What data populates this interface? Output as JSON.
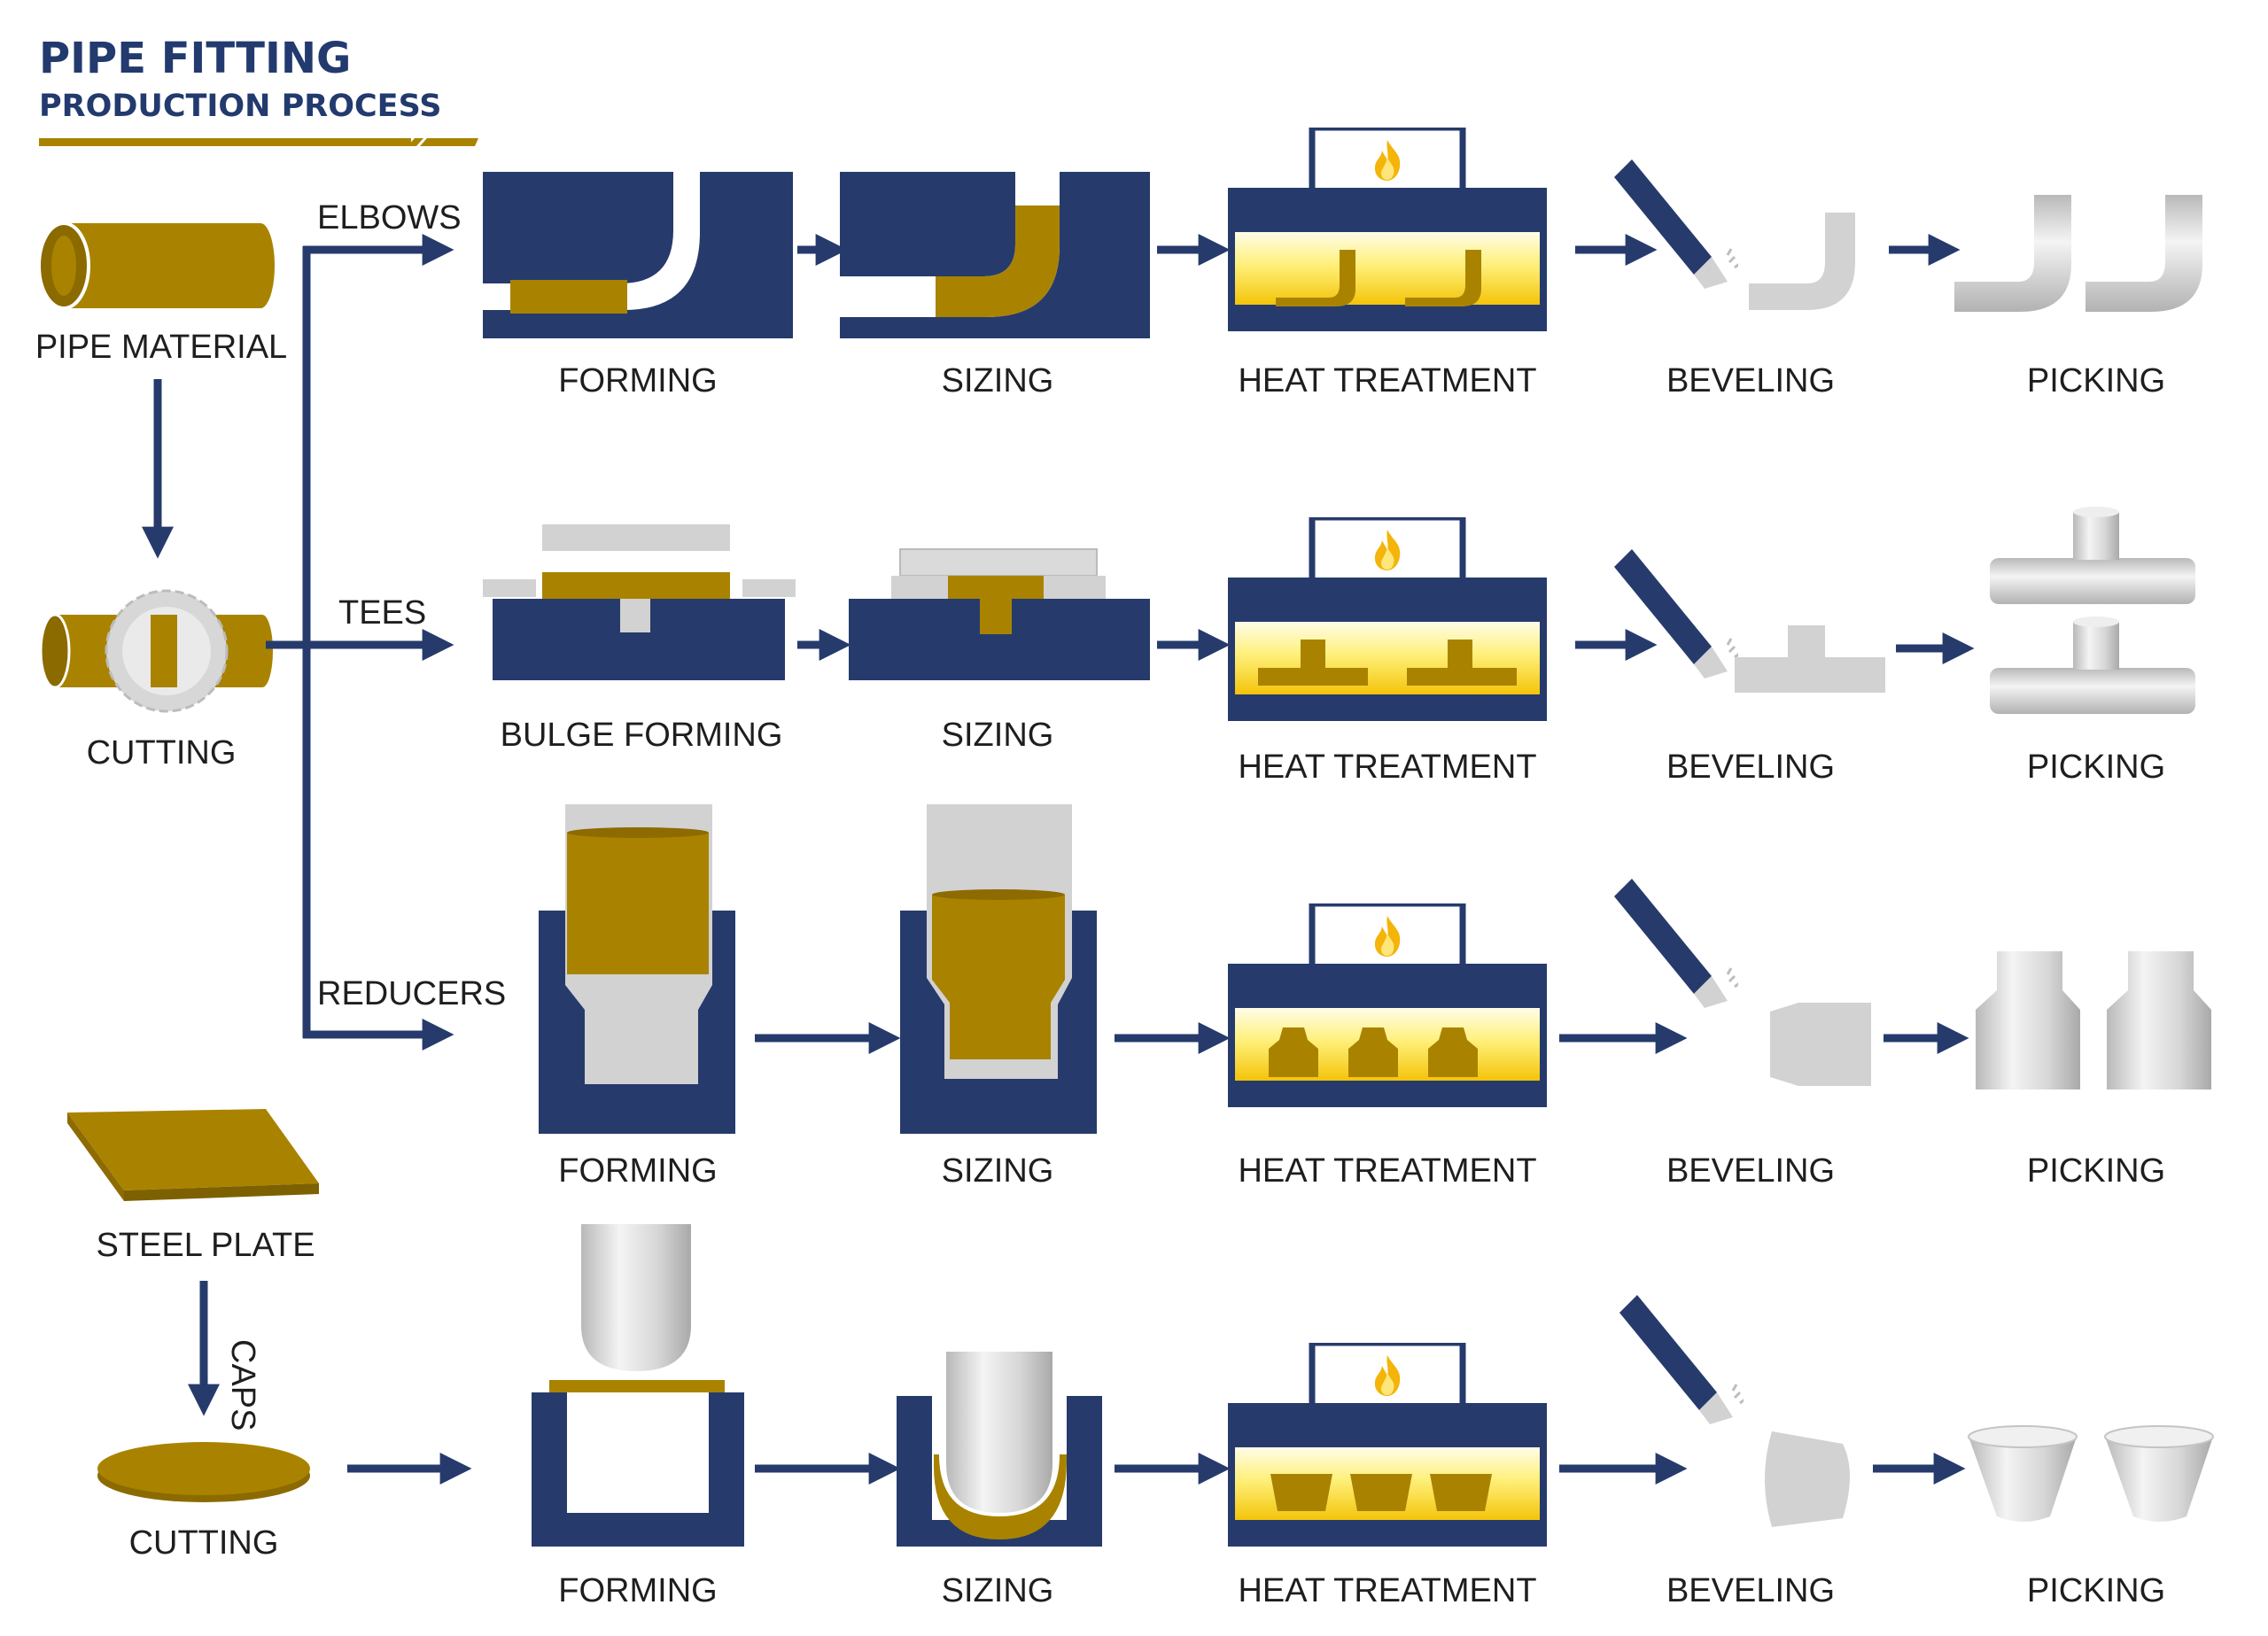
{
  "title": "PIPE FITTING",
  "subtitle": "PRODUCTION PROCESS",
  "colors": {
    "navy": "#263b6c",
    "gold": "#a98300",
    "gray": "#d2d2d2",
    "flame": "#f4c20d",
    "text": "#1e1e1e"
  },
  "inputs": {
    "pipe_material": "PIPE MATERIAL",
    "pipe_cutting": "CUTTING",
    "steel_plate": "STEEL PLATE",
    "plate_cutting": "CUTTING"
  },
  "branches": {
    "elbows": "ELBOWS",
    "tees": "TEES",
    "reducers": "REDUCERS",
    "caps": "CAPS"
  },
  "rows": [
    {
      "product": "elbows",
      "steps": [
        "FORMING",
        "SIZING",
        "HEAT TREATMENT",
        "BEVELING",
        "PICKING"
      ]
    },
    {
      "product": "tees",
      "steps": [
        "BULGE FORMING",
        "SIZING",
        "HEAT TREATMENT",
        "BEVELING",
        "PICKING"
      ]
    },
    {
      "product": "reducers",
      "steps": [
        "FORMING",
        "SIZING",
        "HEAT TREATMENT",
        "BEVELING",
        "PICKING"
      ]
    },
    {
      "product": "caps",
      "steps": [
        "FORMING",
        "SIZING",
        "HEAT TREATMENT",
        "BEVELING",
        "PICKING"
      ]
    }
  ],
  "icons": [
    "flame-icon",
    "cutting-disc-icon",
    "beveling-tool-icon"
  ]
}
